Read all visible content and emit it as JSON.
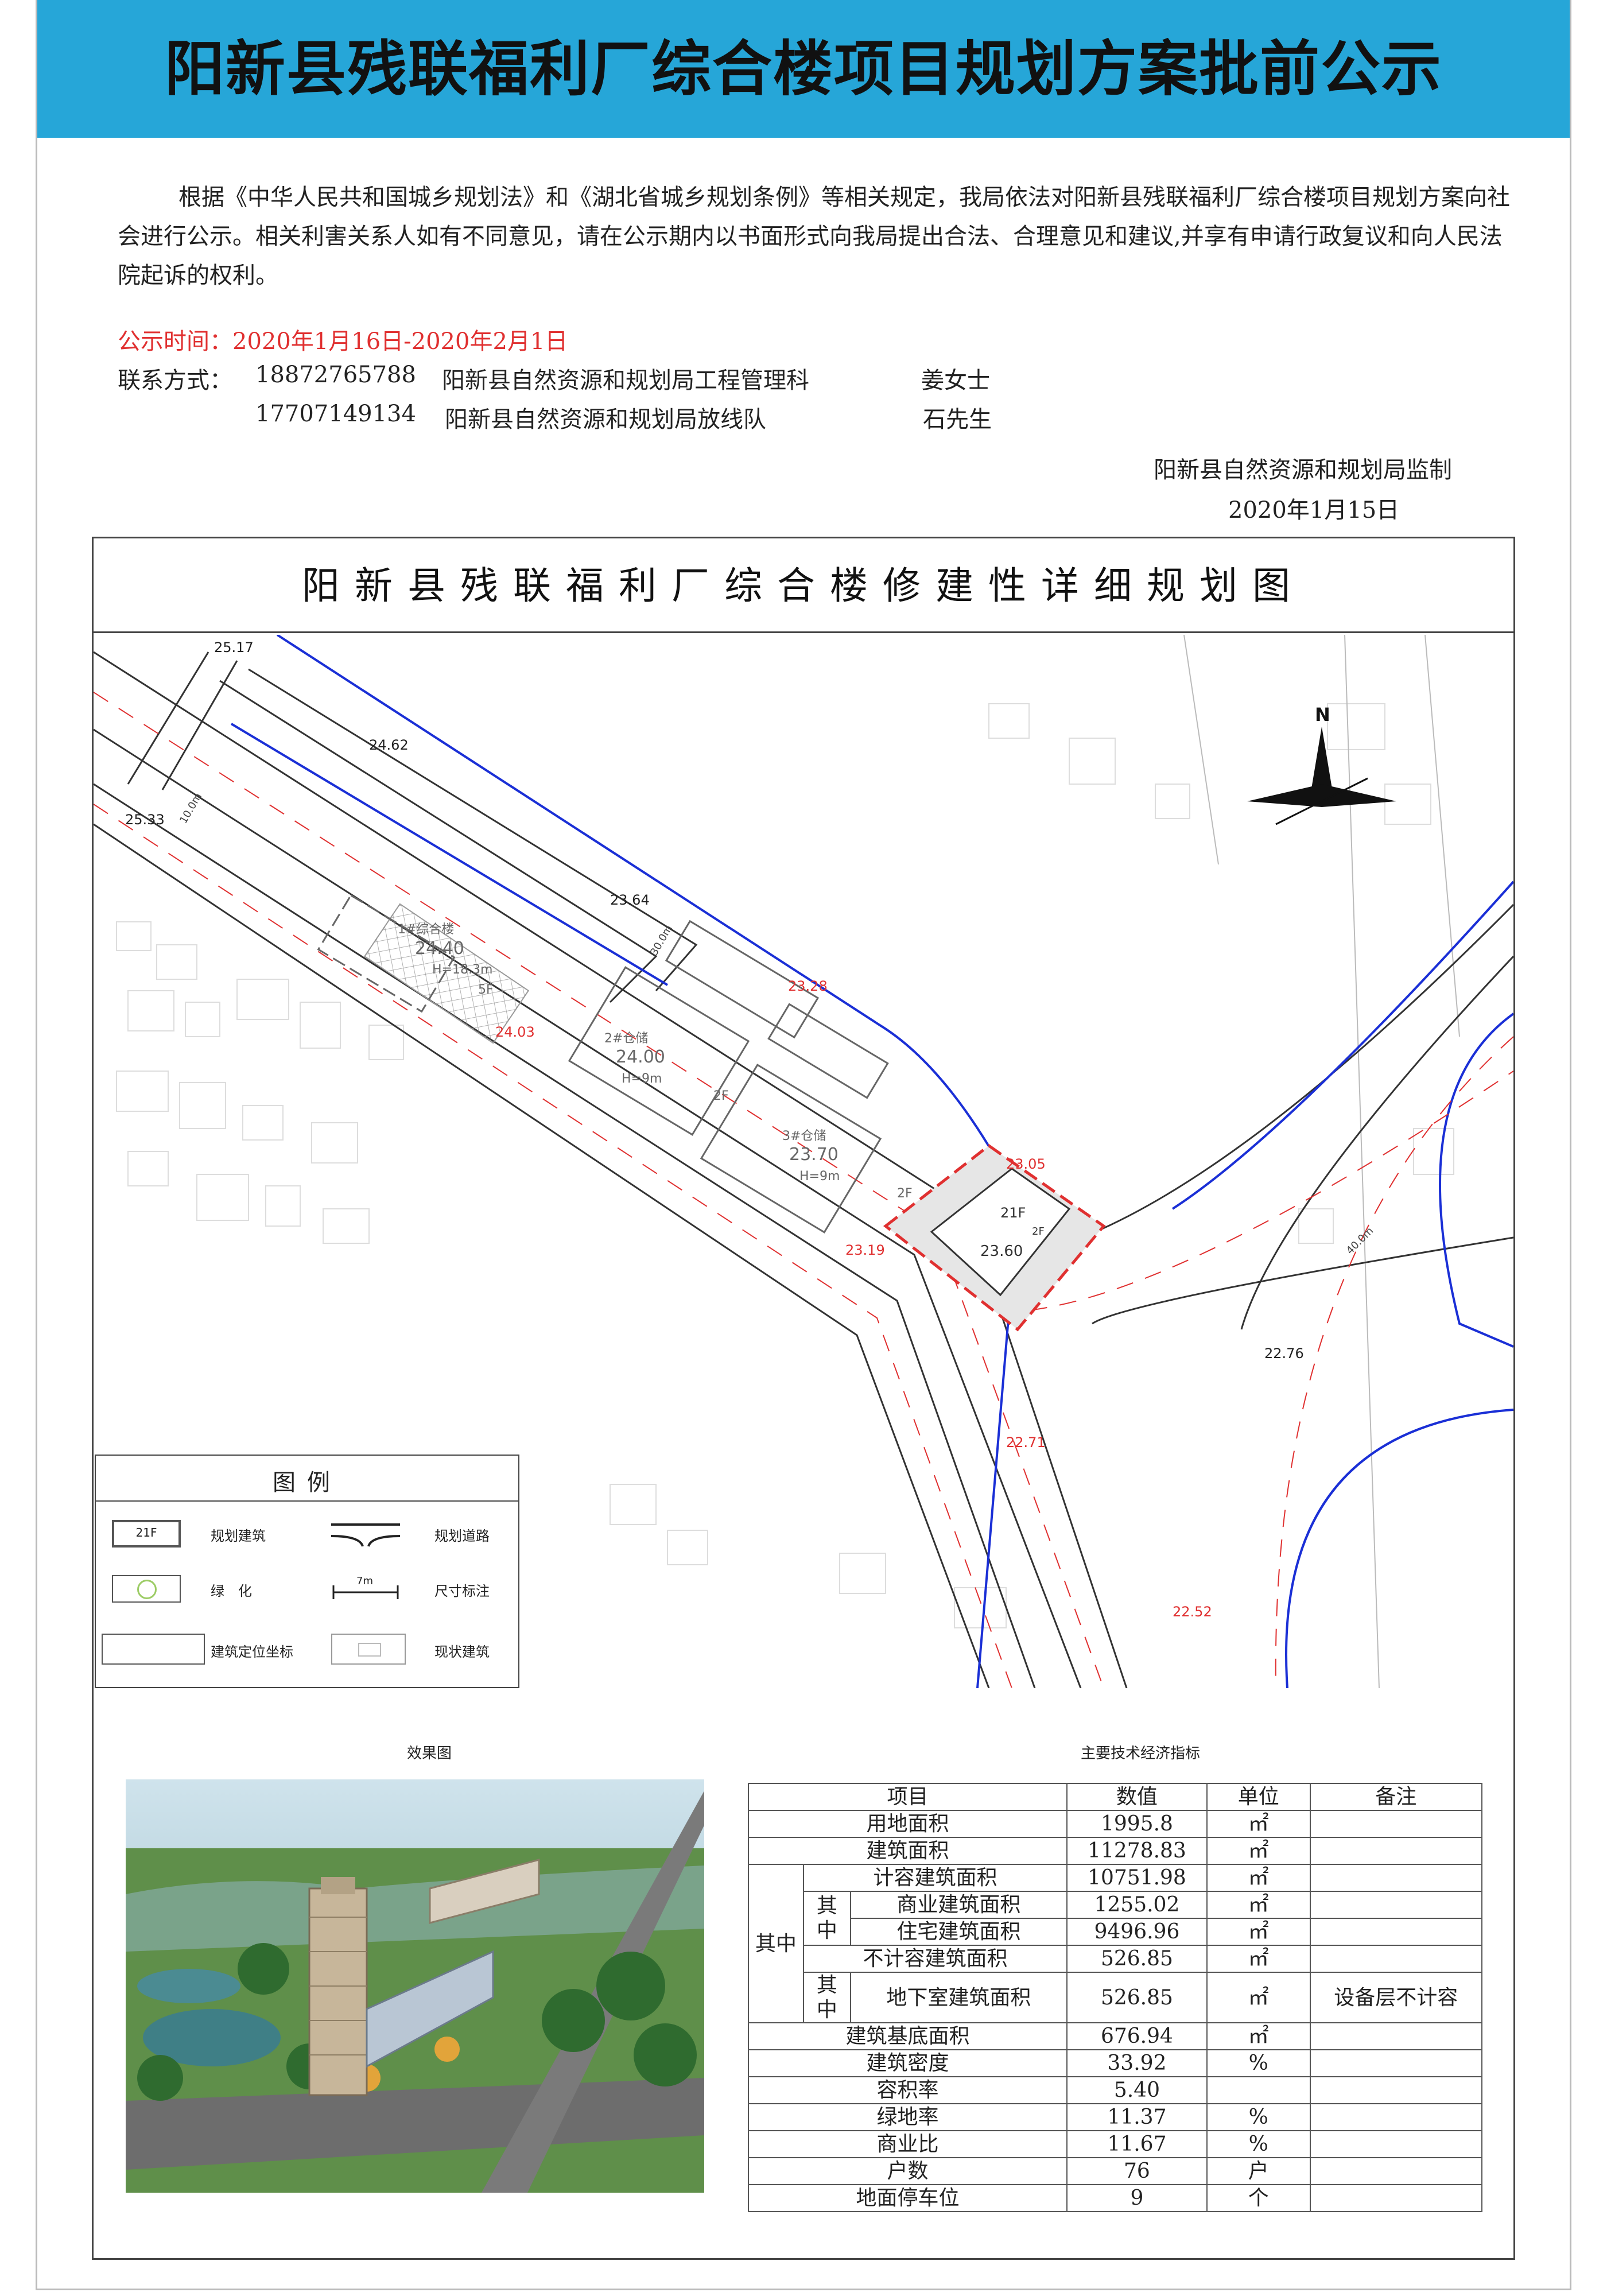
{
  "header": {
    "title": "阳新县残联福利厂综合楼项目规划方案批前公示"
  },
  "notice": {
    "body": "根据《中华人民共和国城乡规划法》和《湖北省城乡规划条例》等相关规定，我局依法对阳新县残联福利厂综合楼项目规划方案向社会进行公示。相关利害关系人如有不同意见，请在公示期内以书面形式向我局提出合法、合理意见和建议,并享有申请行政复议和向人民法院起诉的权利。",
    "publicity_time": "公示时间：2020年1月16日-2020年2月1日",
    "contact_label": "联系方式：",
    "contacts": [
      {
        "phone": "18872765788",
        "org": "阳新县自然资源和规划局工程管理科",
        "name": "姜女士"
      },
      {
        "phone": "17707149134",
        "org": "阳新县自然资源和规划局放线队",
        "name": "石先生"
      }
    ],
    "supervisor": "阳新县自然资源和规划局监制",
    "date": "2020年1月15日"
  },
  "drawing": {
    "title": "阳新县残联福利厂综合楼修建性详细规划图",
    "north": "N",
    "elevations": [
      "25.17",
      "24.62",
      "25.33",
      "23.64",
      "23.28",
      "24.03",
      "23.05",
      "23.19",
      "22.76",
      "22.71",
      "22.52"
    ],
    "road_widths": [
      "10.0m",
      "30.0m",
      "40.0m"
    ],
    "buildings": [
      {
        "name": "1#综合楼",
        "elev": "24.40",
        "height": "H=18.3m",
        "floors": "5F"
      },
      {
        "name": "2#仓储",
        "elev": "24.00",
        "height": "H=9m",
        "floors": "2F"
      },
      {
        "name": "3#仓储",
        "elev": "23.70",
        "height": "H=9m",
        "floors": "2F"
      }
    ],
    "planned_building": {
      "floors": "21F",
      "podium": "2F",
      "elev": "23.60"
    },
    "legend": {
      "title": "图例",
      "items": [
        {
          "symbol": "21F",
          "label": "规划建筑"
        },
        {
          "label": "规划道路"
        },
        {
          "label": "绿　化"
        },
        {
          "symbol": "7m",
          "label": "尺寸标注"
        },
        {
          "label": "建筑定位坐标"
        },
        {
          "label": "现状建筑"
        }
      ]
    }
  },
  "render": {
    "label": "效果图"
  },
  "tech_table": {
    "title": "主要技术经济指标",
    "headers": [
      "项目",
      "数值",
      "单位",
      "备注"
    ],
    "group_label": "其中",
    "sub_label_a": "其中",
    "sub_label_b": "其中",
    "rows": [
      {
        "item": "用地面积",
        "value": "1995.8",
        "unit": "㎡",
        "note": ""
      },
      {
        "item": "建筑面积",
        "value": "11278.83",
        "unit": "㎡",
        "note": ""
      },
      {
        "item": "计容建筑面积",
        "value": "10751.98",
        "unit": "㎡",
        "note": ""
      },
      {
        "item": "商业建筑面积",
        "value": "1255.02",
        "unit": "㎡",
        "note": ""
      },
      {
        "item": "住宅建筑面积",
        "value": "9496.96",
        "unit": "㎡",
        "note": ""
      },
      {
        "item": "不计容建筑面积",
        "value": "526.85",
        "unit": "㎡",
        "note": ""
      },
      {
        "item": "地下室建筑面积",
        "value": "526.85",
        "unit": "㎡",
        "note": "设备层不计容"
      },
      {
        "item": "建筑基底面积",
        "value": "676.94",
        "unit": "㎡",
        "note": ""
      },
      {
        "item": "建筑密度",
        "value": "33.92",
        "unit": "%",
        "note": ""
      },
      {
        "item": "容积率",
        "value": "5.40",
        "unit": "",
        "note": ""
      },
      {
        "item": "绿地率",
        "value": "11.37",
        "unit": "%",
        "note": ""
      },
      {
        "item": "商业比",
        "value": "11.67",
        "unit": "%",
        "note": ""
      },
      {
        "item": "户数",
        "value": "76",
        "unit": "户",
        "note": ""
      },
      {
        "item": "地面停车位",
        "value": "9",
        "unit": "个",
        "note": ""
      }
    ]
  },
  "colors": {
    "banner": "#26a6d8",
    "red": "#e03030",
    "road_blue": "#1a2fd6"
  }
}
